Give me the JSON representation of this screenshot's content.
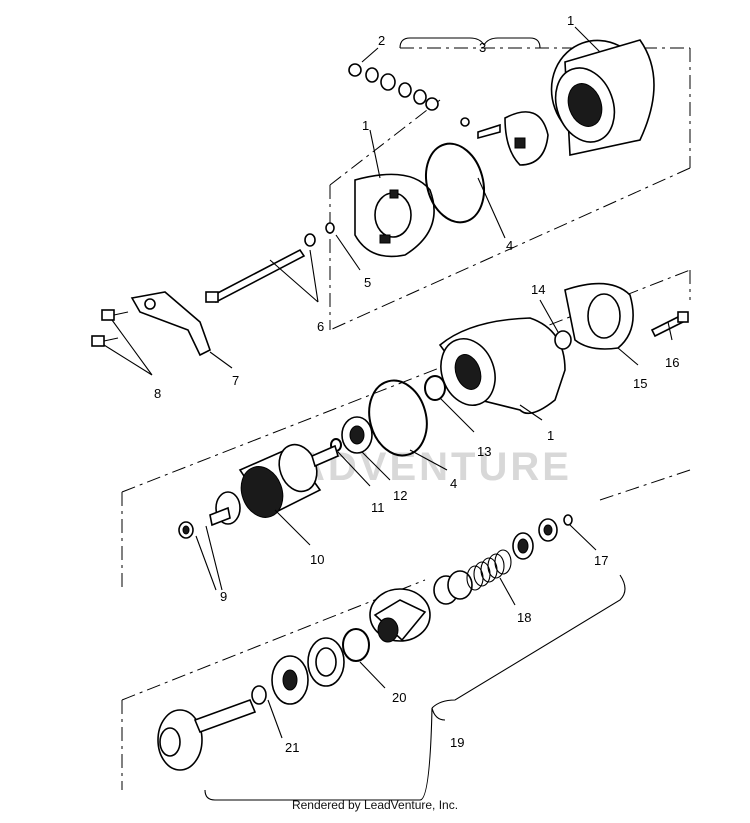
{
  "diagram": {
    "callouts": [
      "1",
      "2",
      "3",
      "1",
      "4",
      "5",
      "6",
      "7",
      "8",
      "14",
      "16",
      "15",
      "1",
      "13",
      "4",
      "12",
      "11",
      "10",
      "9",
      "17",
      "18",
      "20",
      "19",
      "21"
    ]
  },
  "watermark": "ADVENTURE",
  "footer": "Rendered by LeadVenture, Inc."
}
